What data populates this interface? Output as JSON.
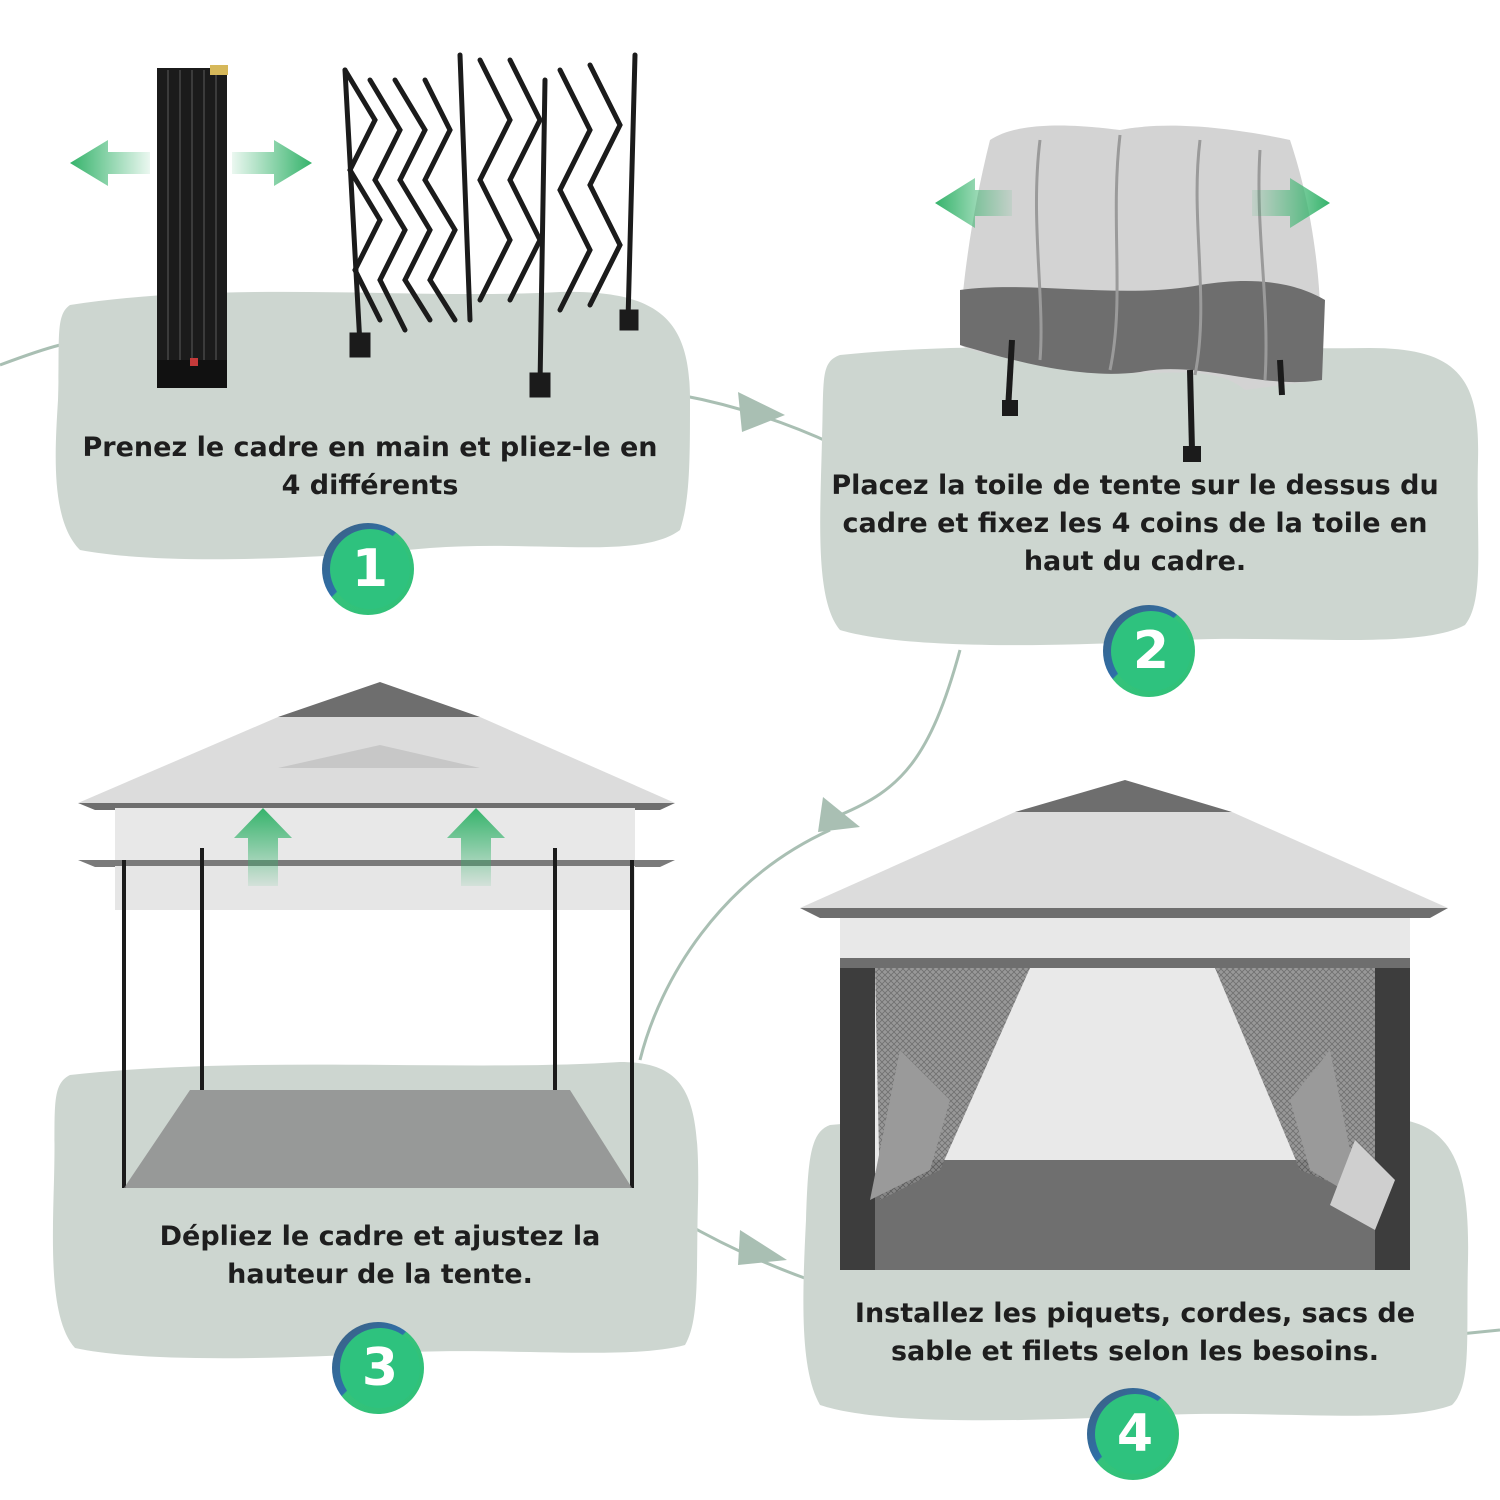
{
  "steps": [
    {
      "number": "1",
      "caption_lines": [
        "Prenez le cadre en main et pliez-le en",
        "4 différents"
      ]
    },
    {
      "number": "2",
      "caption_lines": [
        "Placez la toile de tente sur le dessus du",
        "cadre et fixez les 4 coins de la toile en",
        "haut du cadre."
      ]
    },
    {
      "number": "3",
      "caption_lines": [
        "Dépliez le cadre et ajustez la",
        "hauteur de la tente."
      ]
    },
    {
      "number": "4",
      "caption_lines": [
        "Installez les piquets, cordes, sacs de",
        "sable et filets selon les besoins."
      ]
    }
  ],
  "colors": {
    "panel": "#cdd6d0",
    "badge_green": "#2ec27e",
    "badge_blue": "#2e6fa8",
    "arrow_green": "#35b36b",
    "flow_line": "#a9bfb3",
    "canopy_light": "#d9d9d9",
    "canopy_dark": "#6b6b6b",
    "frame": "#1c1c1c"
  },
  "icons": [
    "expand-arrow-icon",
    "lift-arrow-icon",
    "flow-arrow-icon"
  ]
}
